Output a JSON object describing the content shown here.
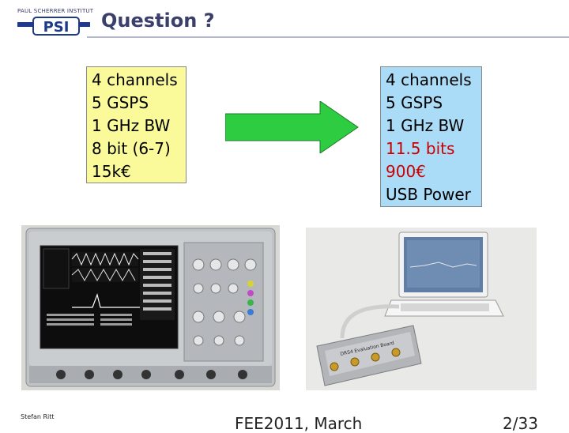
{
  "header": {
    "logo_institute_text": "PAUL SCHERRER INSTITUT",
    "logo_letters": "PSI",
    "title": "Question ?"
  },
  "left_specs": {
    "lines": [
      "4 channels",
      "5 GSPS",
      "1 GHz BW",
      "8 bit (6-7)",
      "15k€"
    ]
  },
  "right_specs": {
    "lines": [
      "4 channels",
      "5 GSPS",
      "1 GHz BW",
      "11.5 bits",
      "900€",
      "USB Power"
    ],
    "highlight_color": "#cc0000"
  },
  "arrow": {
    "color": "#2ecc40",
    "direction": "right"
  },
  "photos": {
    "left": "oscilloscope-photo",
    "right": "drs-evaluation-board-laptop-photo",
    "board_label": "DRS4 Evaluation Board"
  },
  "footer": {
    "author": "Stefan Ritt",
    "event": "FEE2011, March",
    "page": "2/33"
  },
  "colors": {
    "title": "#3a3f6b",
    "left_box": "#fafa9a",
    "right_box": "#aadcf7"
  }
}
